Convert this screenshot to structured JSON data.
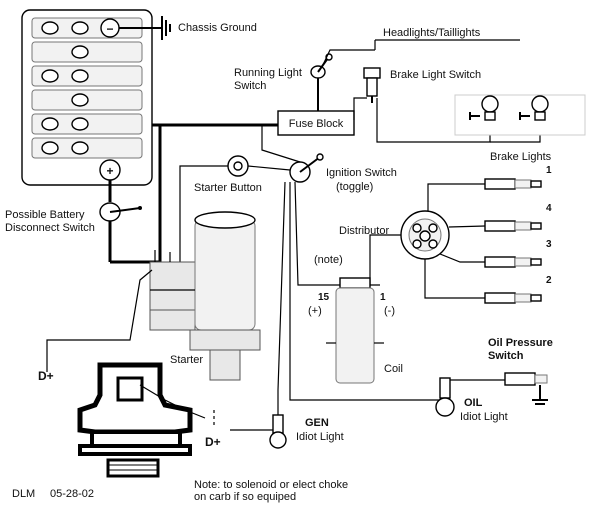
{
  "labels": {
    "chassis_ground": "Chassis Ground",
    "headlights": "Headlights/Taillights",
    "running_light_1": "Running Light",
    "running_light_2": "Switch",
    "brake_light_switch": "Brake Light Switch",
    "fuse_block": "Fuse Block",
    "brake_lights": "Brake Lights",
    "ignition_switch_1": "Ignition Switch",
    "ignition_switch_2": "(toggle)",
    "starter_button": "Starter Button",
    "battery_disconnect_1": "Possible Battery",
    "battery_disconnect_2": "Disconnect Switch",
    "distributor": "Distributor",
    "note_small": "(note)",
    "coil_15": "15",
    "coil_plus": "(+)",
    "coil_1": "1",
    "coil_minus": "(-)",
    "coil": "Coil",
    "starter": "Starter",
    "oil_pressure_1": "Oil Pressure",
    "oil_pressure_2": "Switch",
    "oil": "OIL",
    "oil_idiot": "Idiot Light",
    "gen": "GEN",
    "gen_idiot": "Idiot Light",
    "d_plus_left": "D+",
    "d_plus_right": "D+",
    "footnote_1": "Note: to solenoid or elect choke",
    "footnote_2": "on carb if so equiped",
    "author": "DLM",
    "date": "05-28-02",
    "battery_minus": "−",
    "battery_plus": "+"
  },
  "plug_numbers": [
    "1",
    "4",
    "3",
    "2"
  ]
}
